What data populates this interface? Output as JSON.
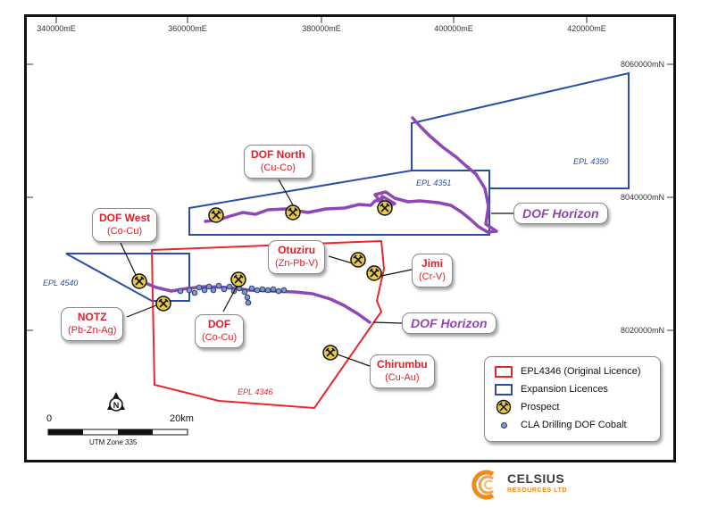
{
  "grid": {
    "eastings": [
      "340000mE",
      "360000mE",
      "380000mE",
      "400000mE",
      "420000mE"
    ],
    "northings": [
      "8060000mN",
      "8040000mN",
      "8020000mN"
    ]
  },
  "licences": {
    "epl4346": "EPL 4346",
    "epl4350": "EPL 4350",
    "epl4351": "EPL 4351",
    "epl4540": "EPL 4540"
  },
  "prospects": {
    "dof_north": {
      "name": "DOF North",
      "commodity": "(Cu-Co)"
    },
    "dof_west": {
      "name": "DOF West",
      "commodity": "(Co-Cu)"
    },
    "otuziru": {
      "name": "Otuziru",
      "commodity": "(Zn-Pb-V)"
    },
    "jimi": {
      "name": "Jimi",
      "commodity": "(Cr-V)"
    },
    "notz": {
      "name": "NOTZ",
      "commodity": "(Pb-Zn-Ag)"
    },
    "dof": {
      "name": "DOF",
      "commodity": "(Co-Cu)"
    },
    "chirumbu": {
      "name": "Chirumbu",
      "commodity": "(Cu-Au)"
    }
  },
  "horizon_labels": {
    "upper": "DOF Horizon",
    "lower": "DOF Horizon"
  },
  "legend": {
    "original_licence": "EPL4346 (Original Licence)",
    "expansion_licences": "Expansion Licences",
    "prospect": "Prospect",
    "drilling": "CLA Drilling DOF Cobalt"
  },
  "scale_bar": {
    "zero": "0",
    "end": "20km",
    "zone": "UTM Zone 335"
  },
  "north_arrow": "N",
  "company": {
    "name": "CELSIUS",
    "subtitle": "RESOURCES LTD"
  },
  "colors": {
    "original_licence": "#e8262b",
    "expansion_licence": "#2a4ea8",
    "horizon": "#8e47b5",
    "prospect_fill": "#e7c84b",
    "drill_hole": "#7f96c7",
    "brand": "#f08a1c"
  }
}
